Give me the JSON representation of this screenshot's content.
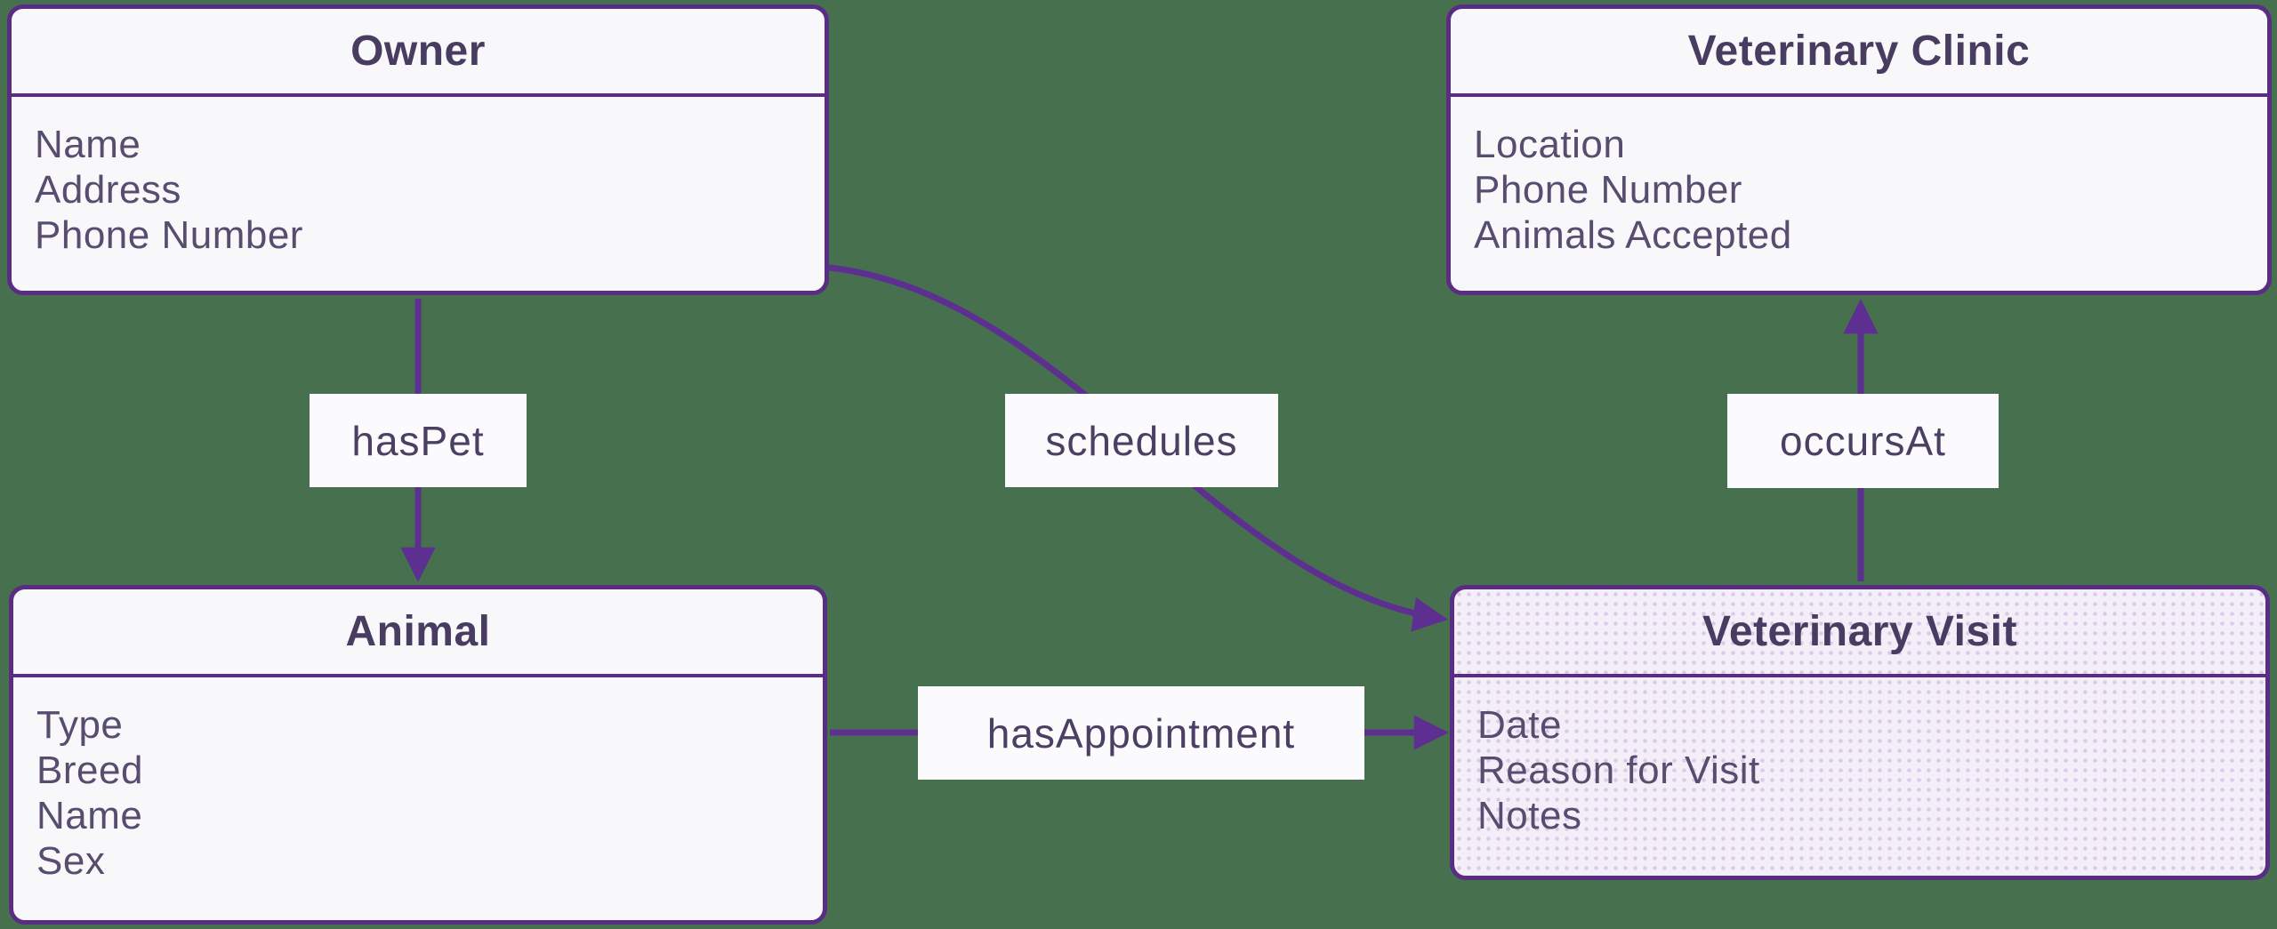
{
  "diagram": {
    "type": "entity-relationship",
    "background_color": "#47714E",
    "border_color": "#5A2D85",
    "arrow_color": "#5D2F91",
    "entity_fill": "#F8F8FB",
    "highlighted_entity_fill": "#F4EEF9",
    "label_fill": "#FBFBFD",
    "title_text_color": "#493C61",
    "attribute_text_color": "#584C6F",
    "label_text_color": "#4B4063"
  },
  "entities": [
    {
      "id": "owner",
      "title": "Owner",
      "attributes": [
        "Name",
        "Address",
        "Phone Number"
      ],
      "highlighted": false
    },
    {
      "id": "clinic",
      "title": "Veterinary Clinic",
      "attributes": [
        "Location",
        "Phone Number",
        "Animals Accepted"
      ],
      "highlighted": false
    },
    {
      "id": "animal",
      "title": "Animal",
      "attributes": [
        "Type",
        "Breed",
        "Name",
        "Sex"
      ],
      "highlighted": false
    },
    {
      "id": "visit",
      "title": "Veterinary Visit",
      "attributes": [
        "Date",
        "Reason for Visit",
        "Notes"
      ],
      "highlighted": true
    }
  ],
  "relationships": [
    {
      "label": "hasPet",
      "from": "Owner",
      "to": "Animal",
      "style": "straight-down-arrow"
    },
    {
      "label": "schedules",
      "from": "Owner",
      "to": "Veterinary Visit",
      "style": "curved-arrow"
    },
    {
      "label": "hasAppointment",
      "from": "Animal",
      "to": "Veterinary Visit",
      "style": "straight-right-arrow"
    },
    {
      "label": "occursAt",
      "from": "Veterinary Visit",
      "to": "Veterinary Clinic",
      "style": "straight-up-arrow"
    }
  ]
}
